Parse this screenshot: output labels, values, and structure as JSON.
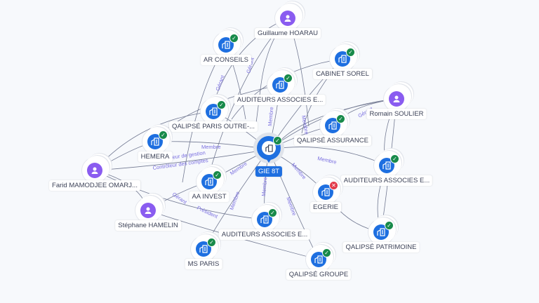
{
  "center": {
    "label": "GIE 8T",
    "icon": "building-icon",
    "status": "verified"
  },
  "nodes": [
    {
      "label": "Guillaume HOARAU",
      "type": "person"
    },
    {
      "label": "AR CONSEILS",
      "type": "company",
      "status": "verified"
    },
    {
      "label": "CABINET SOREL",
      "type": "company",
      "status": "verified"
    },
    {
      "label": "AUDITEURS ASSOCIES E...",
      "type": "company",
      "status": "verified"
    },
    {
      "label": "QALIPSÉ PARIS OUTRE-...",
      "type": "company",
      "status": "verified"
    },
    {
      "label": "Romain SOULIER",
      "type": "person"
    },
    {
      "label": "QALIPSÉ ASSURANCE",
      "type": "company",
      "status": "verified"
    },
    {
      "label": "HEMERA",
      "type": "company",
      "status": "verified"
    },
    {
      "label": "Farid MAMODJEE OMARJ...",
      "type": "person"
    },
    {
      "label": "AA INVEST",
      "type": "company",
      "status": "verified"
    },
    {
      "label": "AUDITEURS ASSOCIES E...",
      "type": "company",
      "status": "verified"
    },
    {
      "label": "EGERIE",
      "type": "company",
      "status": "closed"
    },
    {
      "label": "Stéphane HAMELIN",
      "type": "person"
    },
    {
      "label": "AUDITEURS ASSOCIES E...",
      "type": "company",
      "status": "verified"
    },
    {
      "label": "QALIPSÉ PATRIMOINE",
      "type": "company",
      "status": "verified"
    },
    {
      "label": "MS PARIS",
      "type": "company",
      "status": "verified"
    },
    {
      "label": "QALIPSÉ GROUPE",
      "type": "company",
      "status": "verified"
    }
  ],
  "edge_labels": {
    "membre": "Membre",
    "gerant": "Gérant",
    "controleur_gestion": "Contrôleur de gestion",
    "controleur_comptes": "Contrôleur des comptes",
    "president": "Président"
  },
  "colors": {
    "company": "#1e6fe0",
    "person": "#8a5cf0",
    "verified": "#188a4a",
    "closed": "#e23b4b",
    "edge": "#5c6480",
    "edge_label": "#7a6fe0"
  }
}
